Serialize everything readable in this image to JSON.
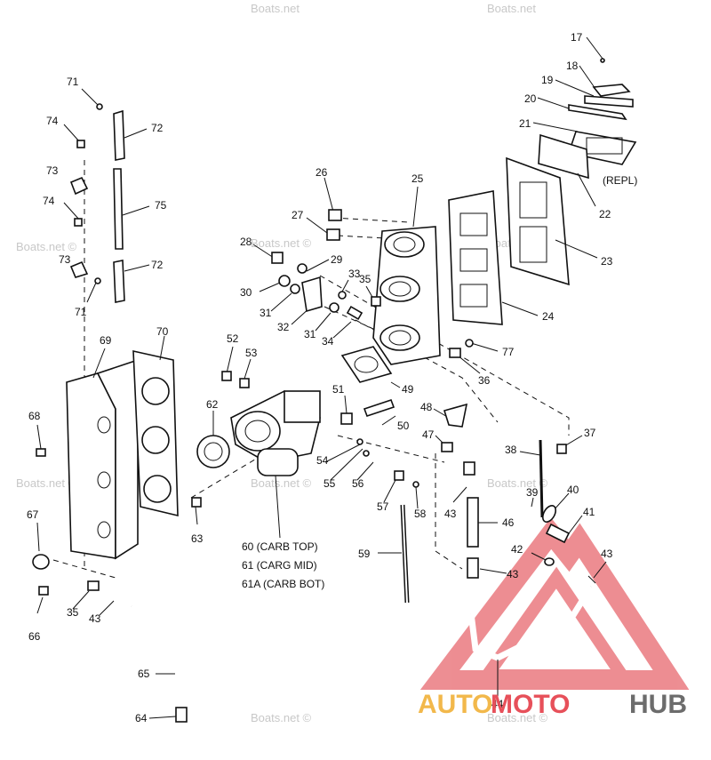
{
  "watermarks": {
    "site": "Boats.net ©",
    "site_short": "Boats.net"
  },
  "brand": {
    "part_a": "AUTO",
    "part_b": "MOTO",
    "part_c": "HUB",
    "colors": {
      "accent": "#e7505a",
      "secondary": "#f2b84b",
      "dark": "#6c6c6c"
    }
  },
  "notes": {
    "repl": "(REPL)",
    "carb_top": "60 (CARB TOP)",
    "carb_mid": "61 (CARG MID)",
    "carb_bot": "61A (CARB BOT)"
  },
  "callouts": {
    "c17": "17",
    "c18": "18",
    "c19": "19",
    "c20": "20",
    "c21": "21",
    "c22": "22",
    "c23": "23",
    "c24": "24",
    "c25": "25",
    "c26": "26",
    "c27": "27",
    "c28": "28",
    "c29": "29",
    "c30": "30",
    "c31a": "31",
    "c31b": "31",
    "c32": "32",
    "c33": "33",
    "c34": "34",
    "c35a": "35",
    "c35b": "35",
    "c36": "36",
    "c37": "37",
    "c38": "38",
    "c39": "39",
    "c40": "40",
    "c41": "41",
    "c42": "42",
    "c43a": "43",
    "c43b": "43",
    "c43c": "43",
    "c43d": "43",
    "c44": "44",
    "c46": "46",
    "c47": "47",
    "c48": "48",
    "c49": "49",
    "c50": "50",
    "c51": "51",
    "c52": "52",
    "c53": "53",
    "c54": "54",
    "c55": "55",
    "c56": "56",
    "c57": "57",
    "c58": "58",
    "c59": "59",
    "c62": "62",
    "c63": "63",
    "c64": "64",
    "c65": "65",
    "c66": "66",
    "c67": "67",
    "c68": "68",
    "c69": "69",
    "c70": "70",
    "c71a": "71",
    "c71b": "71",
    "c72a": "72",
    "c72b": "72",
    "c73a": "73",
    "c73b": "73",
    "c74a": "74",
    "c74b": "74",
    "c75": "75",
    "c77": "77"
  }
}
